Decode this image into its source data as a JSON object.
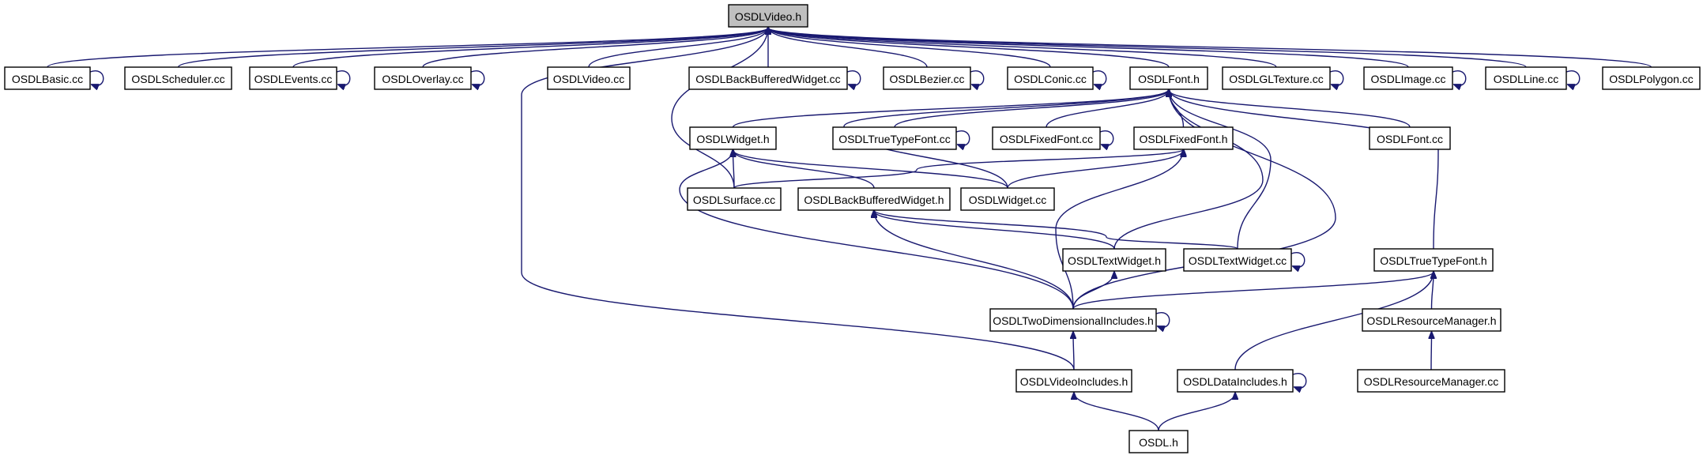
{
  "diagram": {
    "root": "video_h",
    "nodes": [
      {
        "id": "video_h",
        "label": "OSDLVideo.h",
        "root": true
      },
      {
        "id": "basic_cc",
        "label": "OSDLBasic.cc"
      },
      {
        "id": "scheduler_cc",
        "label": "OSDLScheduler.cc"
      },
      {
        "id": "events_cc",
        "label": "OSDLEvents.cc"
      },
      {
        "id": "overlay_cc",
        "label": "OSDLOverlay.cc"
      },
      {
        "id": "video_cc",
        "label": "OSDLVideo.cc"
      },
      {
        "id": "bbwidget_cc",
        "label": "OSDLBackBufferedWidget.cc"
      },
      {
        "id": "bezier_cc",
        "label": "OSDLBezier.cc"
      },
      {
        "id": "conic_cc",
        "label": "OSDLConic.cc"
      },
      {
        "id": "font_h",
        "label": "OSDLFont.h"
      },
      {
        "id": "gltexture_cc",
        "label": "OSDLGLTexture.cc"
      },
      {
        "id": "image_cc",
        "label": "OSDLImage.cc"
      },
      {
        "id": "line_cc",
        "label": "OSDLLine.cc"
      },
      {
        "id": "polygon_cc",
        "label": "OSDLPolygon.cc"
      },
      {
        "id": "widget_h",
        "label": "OSDLWidget.h"
      },
      {
        "id": "ttfont_cc",
        "label": "OSDLTrueTypeFont.cc"
      },
      {
        "id": "fixedfont_cc",
        "label": "OSDLFixedFont.cc"
      },
      {
        "id": "fixedfont_h",
        "label": "OSDLFixedFont.h"
      },
      {
        "id": "font_cc",
        "label": "OSDLFont.cc"
      },
      {
        "id": "surface_cc",
        "label": "OSDLSurface.cc"
      },
      {
        "id": "bbwidget_h",
        "label": "OSDLBackBufferedWidget.h"
      },
      {
        "id": "widget_cc",
        "label": "OSDLWidget.cc"
      },
      {
        "id": "textwidget_h",
        "label": "OSDLTextWidget.h"
      },
      {
        "id": "textwidget_cc",
        "label": "OSDLTextWidget.cc"
      },
      {
        "id": "ttfont_h",
        "label": "OSDLTrueTypeFont.h"
      },
      {
        "id": "twodim_h",
        "label": "OSDLTwoDimensionalIncludes.h"
      },
      {
        "id": "resmgr_h",
        "label": "OSDLResourceManager.h"
      },
      {
        "id": "videoinc_h",
        "label": "OSDLVideoIncludes.h"
      },
      {
        "id": "datainc_h",
        "label": "OSDLDataIncludes.h"
      },
      {
        "id": "resmgr_cc",
        "label": "OSDLResourceManager.cc"
      },
      {
        "id": "osdl_h",
        "label": "OSDL.h"
      }
    ],
    "edges": [
      {
        "from": "basic_cc",
        "to": "video_h"
      },
      {
        "from": "scheduler_cc",
        "to": "video_h"
      },
      {
        "from": "events_cc",
        "to": "video_h"
      },
      {
        "from": "overlay_cc",
        "to": "video_h"
      },
      {
        "from": "video_cc",
        "to": "video_h"
      },
      {
        "from": "bbwidget_cc",
        "to": "video_h"
      },
      {
        "from": "bezier_cc",
        "to": "video_h"
      },
      {
        "from": "conic_cc",
        "to": "video_h"
      },
      {
        "from": "font_h",
        "to": "video_h"
      },
      {
        "from": "gltexture_cc",
        "to": "video_h"
      },
      {
        "from": "image_cc",
        "to": "video_h"
      },
      {
        "from": "line_cc",
        "to": "video_h"
      },
      {
        "from": "polygon_cc",
        "to": "video_h"
      },
      {
        "from": "surface_cc",
        "to": "video_h"
      },
      {
        "from": "videoinc_h",
        "to": "video_h"
      },
      {
        "from": "basic_cc",
        "to": "basic_cc"
      },
      {
        "from": "events_cc",
        "to": "events_cc"
      },
      {
        "from": "overlay_cc",
        "to": "overlay_cc"
      },
      {
        "from": "bbwidget_cc",
        "to": "bbwidget_cc"
      },
      {
        "from": "bezier_cc",
        "to": "bezier_cc"
      },
      {
        "from": "conic_cc",
        "to": "conic_cc"
      },
      {
        "from": "gltexture_cc",
        "to": "gltexture_cc"
      },
      {
        "from": "image_cc",
        "to": "image_cc"
      },
      {
        "from": "line_cc",
        "to": "line_cc"
      },
      {
        "from": "widget_h",
        "to": "font_h"
      },
      {
        "from": "ttfont_cc",
        "to": "font_h"
      },
      {
        "from": "fixedfont_cc",
        "to": "font_h"
      },
      {
        "from": "fixedfont_h",
        "to": "font_h"
      },
      {
        "from": "font_cc",
        "to": "font_h"
      },
      {
        "from": "widget_cc",
        "to": "font_h"
      },
      {
        "from": "textwidget_h",
        "to": "font_h"
      },
      {
        "from": "textwidget_cc",
        "to": "font_h"
      },
      {
        "from": "twodim_h",
        "to": "font_h"
      },
      {
        "from": "ttfont_h",
        "to": "font_h"
      },
      {
        "from": "ttfont_cc",
        "to": "ttfont_cc"
      },
      {
        "from": "fixedfont_cc",
        "to": "fixedfont_cc"
      },
      {
        "from": "surface_cc",
        "to": "widget_h"
      },
      {
        "from": "bbwidget_h",
        "to": "widget_h"
      },
      {
        "from": "widget_cc",
        "to": "widget_h"
      },
      {
        "from": "twodim_h",
        "to": "widget_h"
      },
      {
        "from": "surface_cc",
        "to": "fixedfont_h"
      },
      {
        "from": "widget_cc",
        "to": "fixedfont_h"
      },
      {
        "from": "twodim_h",
        "to": "fixedfont_h"
      },
      {
        "from": "textwidget_h",
        "to": "bbwidget_h"
      },
      {
        "from": "textwidget_cc",
        "to": "bbwidget_h"
      },
      {
        "from": "twodim_h",
        "to": "bbwidget_h"
      },
      {
        "from": "twodim_h",
        "to": "textwidget_h"
      },
      {
        "from": "textwidget_cc",
        "to": "textwidget_cc"
      },
      {
        "from": "twodim_h",
        "to": "ttfont_h"
      },
      {
        "from": "datainc_h",
        "to": "ttfont_h"
      },
      {
        "from": "resmgr_h",
        "to": "ttfont_h"
      },
      {
        "from": "twodim_h",
        "to": "twodim_h"
      },
      {
        "from": "videoinc_h",
        "to": "twodim_h"
      },
      {
        "from": "resmgr_cc",
        "to": "resmgr_h"
      },
      {
        "from": "osdl_h",
        "to": "videoinc_h"
      },
      {
        "from": "osdl_h",
        "to": "datainc_h"
      },
      {
        "from": "datainc_h",
        "to": "datainc_h"
      }
    ]
  },
  "colors": {
    "edge": "#191970",
    "node_border": "#000000",
    "node_fill": "#ffffff",
    "root_fill": "#bfbfbf",
    "background": "#ffffff"
  }
}
